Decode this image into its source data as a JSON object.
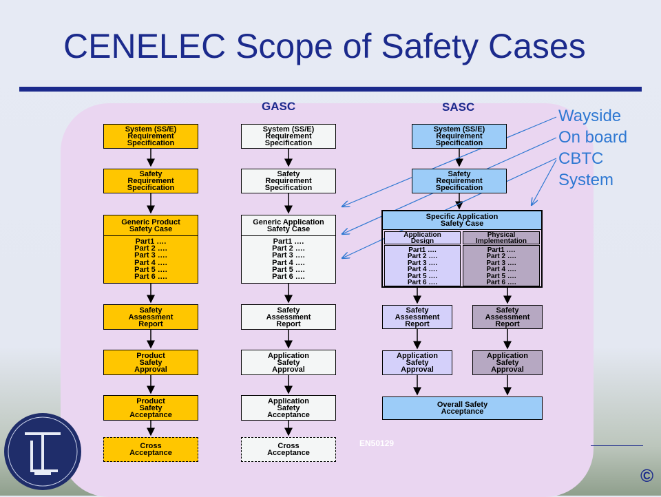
{
  "title": "CENELEC Scope of Safety Cases",
  "columns": {
    "gasc": "GASC",
    "sasc": "SASC"
  },
  "footnote": "EN50129",
  "notes": [
    "Wayside",
    "On board",
    "CBTC",
    "System"
  ],
  "copyright": "©",
  "colors": {
    "title": "#1b2a8c",
    "yellow": "#ffc600",
    "white": "#f4f6f6",
    "blue": "#9cccf8",
    "lavender": "#d4d0fa",
    "gray": "#b6a8c2",
    "panel": "#ead6f1",
    "arrow": "#2e78d2"
  },
  "gpsc": {
    "req": [
      "System (SS/E)",
      "Requirement",
      "Specification"
    ],
    "srs": [
      "Safety",
      "Requirement",
      "Specification"
    ],
    "case": [
      "Generic Product",
      "Safety Case"
    ],
    "parts": [
      "Part1 ….",
      "Part 2 ….",
      "Part 3 ….",
      "Part 4 ….",
      "Part 5 ….",
      "Part 6 …."
    ],
    "sar": [
      "Safety",
      "Assessment",
      "Report"
    ],
    "approval": [
      "Product",
      "Safety",
      "Approval"
    ],
    "acceptance": [
      "Product",
      "Safety",
      "Acceptance"
    ],
    "cross": [
      "Cross",
      "Acceptance"
    ]
  },
  "gasc": {
    "req": [
      "System (SS/E)",
      "Requirement",
      "Specification"
    ],
    "srs": [
      "Safety",
      "Requirement",
      "Specification"
    ],
    "case": [
      "Generic Application",
      "Safety Case"
    ],
    "parts": [
      "Part1 ….",
      "Part 2 ….",
      "Part 3 ….",
      "Part 4 ….",
      "Part 5 ….",
      "Part 6 …."
    ],
    "sar": [
      "Safety",
      "Assessment",
      "Report"
    ],
    "approval": [
      "Application",
      "Safety",
      "Approval"
    ],
    "acceptance": [
      "Application",
      "Safety",
      "Acceptance"
    ],
    "cross": [
      "Cross",
      "Acceptance"
    ]
  },
  "sasc": {
    "req": [
      "System (SS/E)",
      "Requirement",
      "Specification"
    ],
    "srs": [
      "Safety",
      "Requirement",
      "Specification"
    ],
    "case": [
      "Specific Application",
      "Safety Case"
    ],
    "design_header": [
      "Application",
      "Design"
    ],
    "phys_header": [
      "Physical",
      "Implementation"
    ],
    "design_parts": [
      "Part1 ….",
      "Part 2 ….",
      "Part 3 ….",
      "Part 4 ….",
      "Part 5 ….",
      "Part 6 …."
    ],
    "phys_parts": [
      "Part1 ….",
      "Part 2 ….",
      "Part 3 ….",
      "Part 4 ….",
      "Part 5 ….",
      "Part 6 …."
    ],
    "sar_design": [
      "Safety",
      "Assessment",
      "Report"
    ],
    "sar_phys": [
      "Safety",
      "Assessment",
      "Report"
    ],
    "approval_design": [
      "Application",
      "Safety",
      "Approval"
    ],
    "approval_phys": [
      "Application",
      "Safety",
      "Approval"
    ],
    "overall": [
      "Overall Safety",
      "Acceptance"
    ]
  }
}
